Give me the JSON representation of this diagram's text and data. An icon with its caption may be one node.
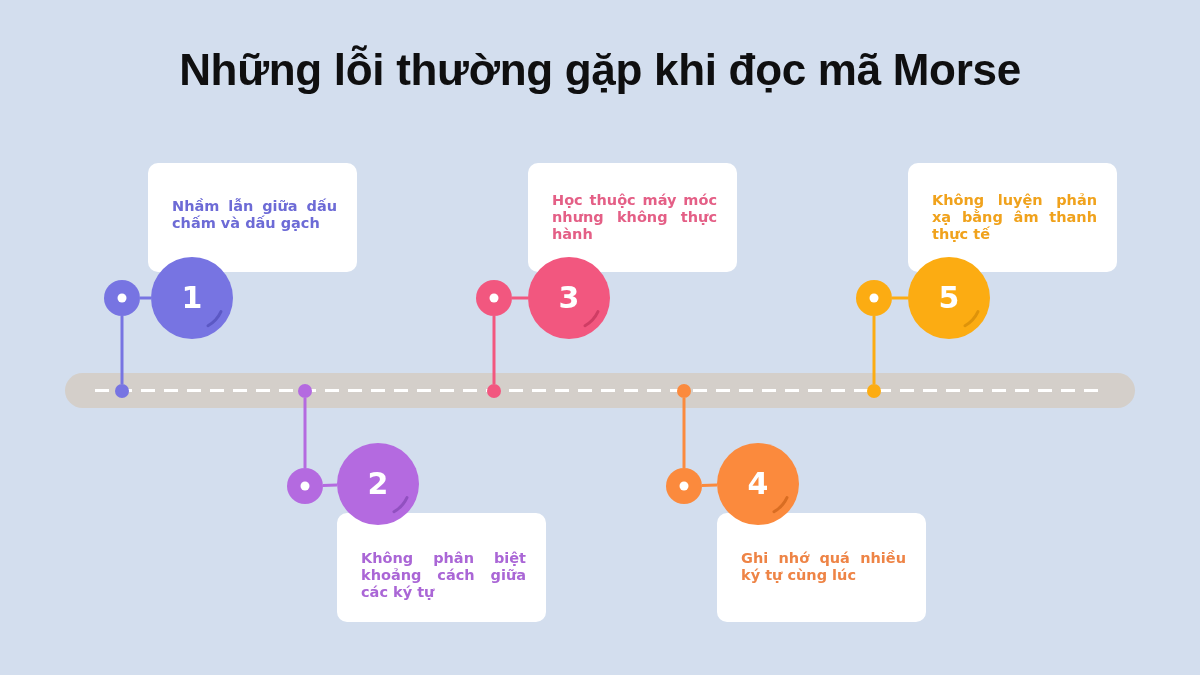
{
  "diagram": {
    "title": "Những lỗi thường gặp khi đọc mã Morse",
    "nodes": [
      {
        "text": [],
        "shape": "bar"
      },
      {
        "text": [
          "Nhầm lẫn giữa dấu chấm và dấu gạch"
        ]
      },
      {
        "text": [
          "1"
        ]
      },
      {
        "text": [],
        "shape": "circle"
      },
      {
        "text": [],
        "shape": "circle",
        "in": 0
      },
      {
        "text": [
          "Không phân biệt khoảng cách giữa các ký tự"
        ]
      },
      {
        "text": [
          "2"
        ]
      },
      {
        "text": [],
        "shape": "circle"
      },
      {
        "text": [],
        "shape": "circle",
        "in": 0
      },
      {
        "text": [
          "Học thuộc máy móc nhưng không thực hành"
        ]
      },
      {
        "text": [
          "3"
        ]
      },
      {
        "text": [],
        "shape": "circle"
      },
      {
        "text": [],
        "shape": "circle",
        "in": 0
      },
      {
        "text": [
          "Ghi nhớ quá nhiều ký tự cùng lúc"
        ]
      },
      {
        "text": [
          "4"
        ]
      },
      {
        "text": [],
        "shape": "circle"
      },
      {
        "text": [],
        "shape": "circle",
        "in": 0
      },
      {
        "text": [
          "Không luyện phản xạ bằng âm thanh thực tế"
        ]
      },
      {
        "text": [
          "5"
        ]
      },
      {
        "text": [],
        "shape": "circle"
      },
      {
        "text": [],
        "shape": "circle",
        "in": 0
      }
    ],
    "edges": [
      {
        "from": 4,
        "to": 3,
        "arrow": "none",
        "color": "#7774e2"
      },
      {
        "from": 3,
        "to": 2,
        "arrow": "none",
        "color": "#7774e2"
      },
      {
        "from": 8,
        "to": 7,
        "arrow": "none",
        "color": "#b46ae0"
      },
      {
        "from": 7,
        "to": 6,
        "arrow": "none",
        "color": "#b46ae0"
      },
      {
        "from": 12,
        "to": 11,
        "arrow": "none",
        "color": "#f2577f"
      },
      {
        "from": 11,
        "to": 10,
        "arrow": "none",
        "color": "#f2577f"
      },
      {
        "from": 16,
        "to": 15,
        "arrow": "none",
        "color": "#fb8a3d"
      },
      {
        "from": 15,
        "to": 14,
        "arrow": "none",
        "color": "#fb8a3d"
      },
      {
        "from": 20,
        "to": 19,
        "arrow": "none",
        "color": "#fcac12"
      },
      {
        "from": 19,
        "to": 18,
        "arrow": "none",
        "color": "#fcac12"
      }
    ]
  }
}
